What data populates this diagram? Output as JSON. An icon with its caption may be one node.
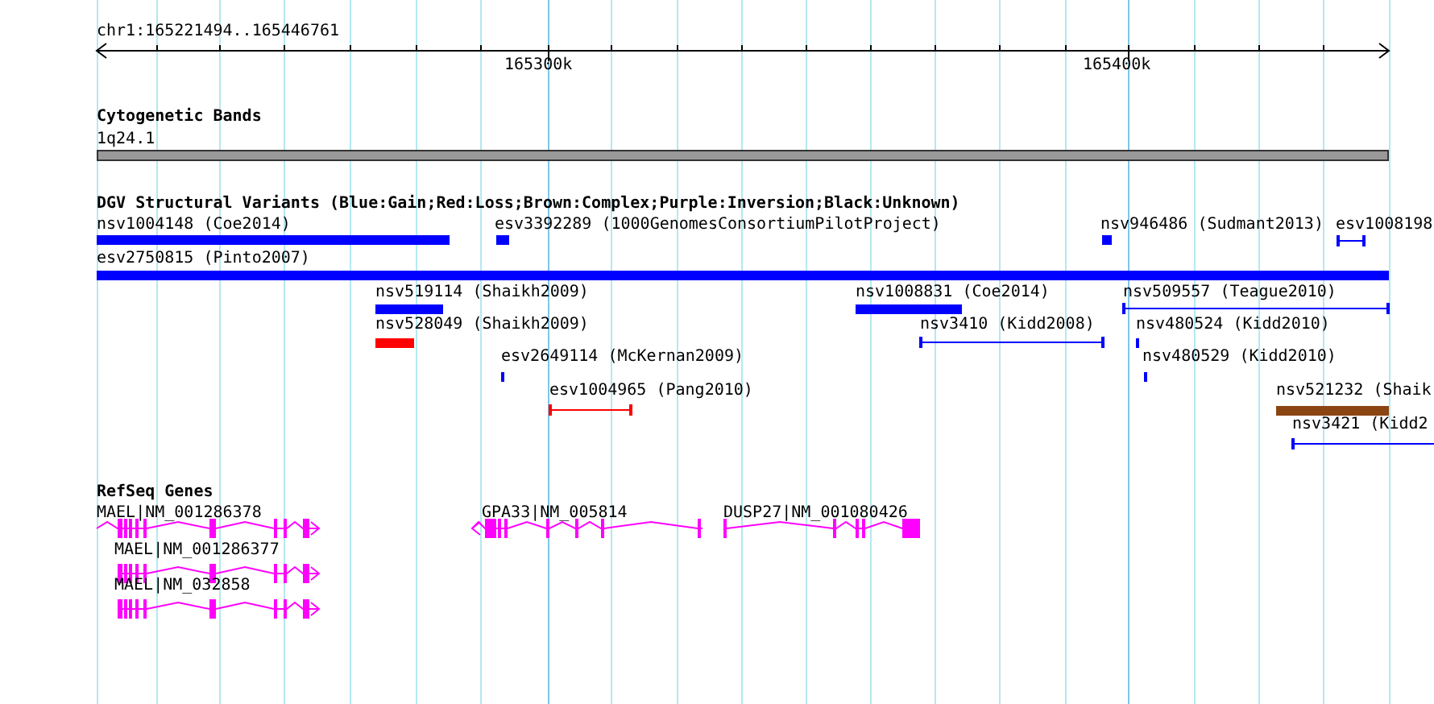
{
  "diagram": {
    "labels": [
      "chr1:165221494..165446761",
      "165300k",
      "165400k",
      "Cytogenetic Bands",
      "1q24.1",
      "DGV Structural Variants (Blue:Gain;Red:Loss;Brown:Complex;Purple:Inversion;Black:Unknown)",
      "nsv1004148 (Coe2014)",
      "esv3392289 (1000GenomesConsortiumPilotProject)",
      "nsv946486 (Sudmant2013)",
      "esv1008198",
      "esv2750815 (Pinto2007)",
      "nsv519114 (Shaikh2009)",
      "nsv1008831 (Coe2014)",
      "nsv509557 (Teague2010)",
      "nsv528049 (Shaikh2009)",
      "nsv3410 (Kidd2008)",
      "nsv480524 (Kidd2010)",
      "esv2649114 (McKernan2009)",
      "nsv480529 (Kidd2010)",
      "esv1004965 (Pang2010)",
      "nsv521232 (Shaik",
      "nsv3421 (Kidd2",
      "RefSeq Genes",
      "MAEL|NM_001286378",
      "GPA33|NM_005814",
      "DUSP27|NM_001080426",
      "MAEL|NM_001286377",
      "MAEL|NM_032858"
    ]
  }
}
